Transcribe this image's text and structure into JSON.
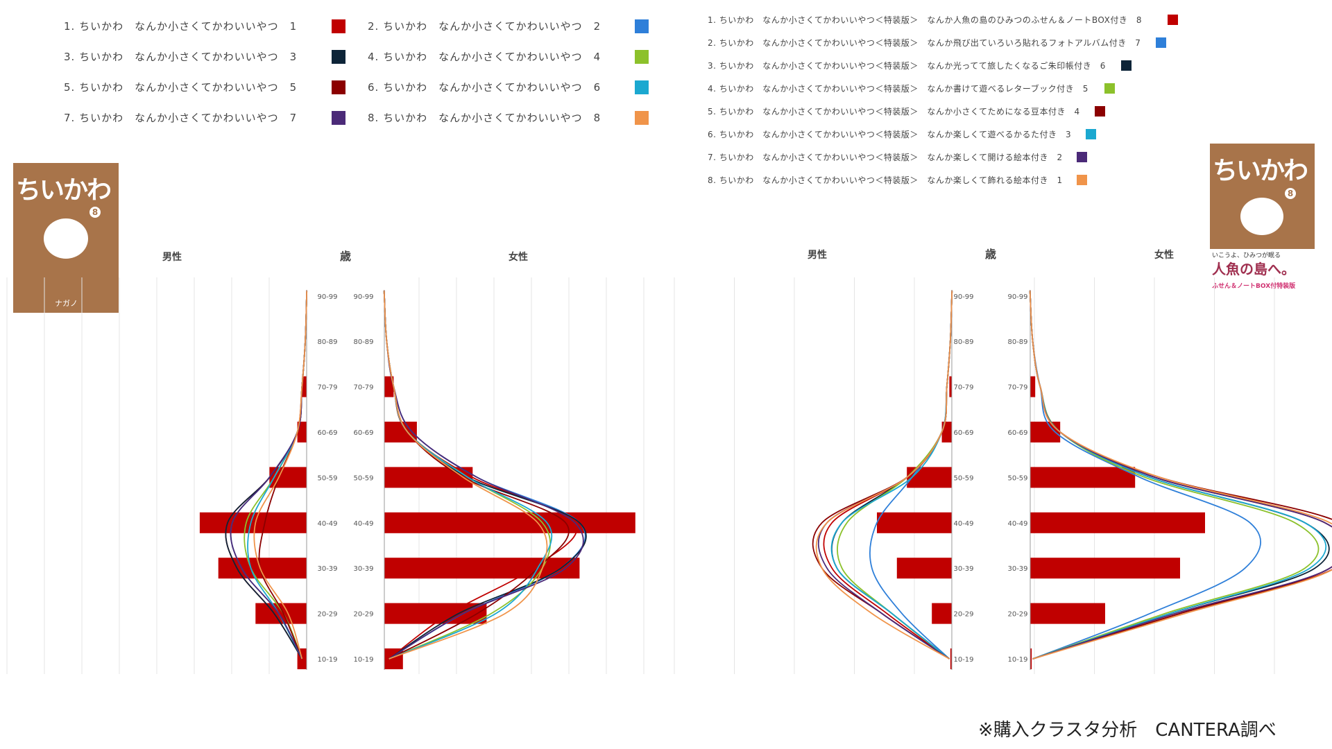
{
  "legend_a": {
    "items": [
      {
        "label": "1. ちいかわ　なんか小さくてかわいいやつ　1",
        "color": "#c00000"
      },
      {
        "label": "2. ちいかわ　なんか小さくてかわいいやつ　2",
        "color": "#2e7fd9"
      },
      {
        "label": "3. ちいかわ　なんか小さくてかわいいやつ　3",
        "color": "#0d2438"
      },
      {
        "label": "4. ちいかわ　なんか小さくてかわいいやつ　4",
        "color": "#8cc12b"
      },
      {
        "label": "5. ちいかわ　なんか小さくてかわいいやつ　5",
        "color": "#8b0000"
      },
      {
        "label": "6. ちいかわ　なんか小さくてかわいいやつ　6",
        "color": "#1ba8d0"
      },
      {
        "label": "7. ちいかわ　なんか小さくてかわいいやつ　7",
        "color": "#4b2a78"
      },
      {
        "label": "8. ちいかわ　なんか小さくてかわいいやつ　8",
        "color": "#f0944a"
      }
    ]
  },
  "legend_b": {
    "items": [
      {
        "label": "1. ちいかわ　なんか小さくてかわいいやつ＜特装版＞　なんか人魚の島のひみつのふせん＆ノートBOX付き　8",
        "color": "#c00000"
      },
      {
        "label": "2. ちいかわ　なんか小さくてかわいいやつ＜特装版＞　なんか飛び出ていろいろ貼れるフォトアルバム付き　7",
        "color": "#2e7fd9"
      },
      {
        "label": "3. ちいかわ　なんか小さくてかわいいやつ＜特装版＞　なんか光ってて旅したくなるご朱印帳付き　6",
        "color": "#0d2438"
      },
      {
        "label": "4. ちいかわ　なんか小さくてかわいいやつ＜特装版＞　なんか書けて遊べるレターブック付き　5",
        "color": "#8cc12b"
      },
      {
        "label": "5. ちいかわ　なんか小さくてかわいいやつ＜特装版＞　なんか小さくてためになる豆本付き　4",
        "color": "#8b0000"
      },
      {
        "label": "6. ちいかわ　なんか小さくてかわいいやつ＜特装版＞　なんか楽しくて遊べるかるた付き　3",
        "color": "#1ba8d0"
      },
      {
        "label": "7. ちいかわ　なんか小さくてかわいいやつ＜特装版＞　なんか楽しくて開ける絵本付き　2",
        "color": "#4b2a78"
      },
      {
        "label": "8. ちいかわ　なんか小さくてかわいいやつ＜特装版＞　なんか楽しくて飾れる絵本付き　1",
        "color": "#f0944a"
      }
    ]
  },
  "cover_a": {
    "title": "ちいかわ",
    "number": "8",
    "author": "ナガノ",
    "color": "#a8744a"
  },
  "cover_b": {
    "title": "ちいかわ",
    "number": "8",
    "band_text": "人魚の島へ。",
    "band_sub": "いこうよ、ひみつが眠る",
    "band_edition": "ふせん＆ノートBOX付特装版",
    "color": "#a8744a"
  },
  "footnote": "※購入クラスタ分析　CANTERA調べ",
  "chart_data": [
    {
      "type": "bar",
      "orientation": "horizontal",
      "layout": "population-pyramid",
      "categories": [
        "10-19",
        "20-29",
        "30-39",
        "40-49",
        "50-59",
        "60-69",
        "70-79",
        "80-89",
        "90-99"
      ],
      "male_label": "男性",
      "center_label": "歳",
      "female_label": "女性",
      "bar_color": "#c00000",
      "series": [
        {
          "side": "male",
          "values": [
            2,
            11,
            19,
            23,
            8,
            2,
            1,
            0,
            0
          ]
        },
        {
          "side": "female",
          "values": [
            4,
            22,
            42,
            54,
            19,
            7,
            2,
            0,
            0
          ]
        }
      ],
      "curves": {
        "colors": [
          "#c00000",
          "#2e7fd9",
          "#0d2438",
          "#8cc12b",
          "#8b0000",
          "#1ba8d0",
          "#4b2a78",
          "#f0944a"
        ],
        "male": [
          [
            1,
            7,
            15,
            17,
            8,
            2,
            1,
            0.3,
            0
          ],
          [
            1,
            6,
            14,
            16,
            8,
            2,
            1,
            0.3,
            0
          ],
          [
            1,
            7,
            15,
            17,
            8,
            2,
            1,
            0.3,
            0
          ],
          [
            1,
            5,
            12,
            13,
            7,
            2,
            1,
            0.3,
            0
          ],
          [
            1,
            5,
            10,
            9,
            6,
            2,
            1,
            0.3,
            0
          ],
          [
            1,
            6,
            12,
            12,
            7,
            2,
            1,
            0.3,
            0
          ],
          [
            1,
            6,
            14,
            16,
            8,
            2,
            1,
            0.3,
            0
          ],
          [
            1,
            4,
            10,
            11,
            6,
            2,
            1,
            0.3,
            0
          ]
        ],
        "female": [
          [
            1,
            14,
            32,
            41,
            19,
            5,
            2,
            0.5,
            0
          ],
          [
            1,
            17,
            38,
            42,
            20,
            6,
            2,
            0.5,
            0
          ],
          [
            1,
            16,
            38,
            42,
            18,
            5,
            2,
            0.5,
            0
          ],
          [
            1,
            23,
            34,
            34,
            18,
            5,
            2,
            0.5,
            0
          ],
          [
            1,
            20,
            33,
            39,
            17,
            5,
            2,
            0.5,
            0
          ],
          [
            1,
            24,
            33,
            35,
            18,
            5,
            2,
            0.5,
            0
          ],
          [
            1,
            17,
            39,
            41,
            20,
            6,
            2,
            0.5,
            0
          ],
          [
            1,
            26,
            34,
            33,
            17,
            5,
            2,
            0.5,
            0
          ]
        ]
      }
    },
    {
      "type": "bar",
      "orientation": "horizontal",
      "layout": "population-pyramid",
      "categories": [
        "10-19",
        "20-29",
        "30-39",
        "40-49",
        "50-59",
        "60-69",
        "70-79",
        "80-89",
        "90-99"
      ],
      "male_label": "男性",
      "center_label": "歳",
      "female_label": "女性",
      "bar_color": "#c00000",
      "series": [
        {
          "side": "male",
          "values": [
            0.3,
            4,
            11,
            15,
            9,
            2,
            0.5,
            0,
            0
          ]
        },
        {
          "side": "female",
          "values": [
            0.3,
            15,
            30,
            35,
            21,
            6,
            1,
            0,
            0
          ]
        }
      ],
      "curves": {
        "colors": [
          "#c00000",
          "#2e7fd9",
          "#0d2438",
          "#8cc12b",
          "#8b0000",
          "#1ba8d0",
          "#4b2a78",
          "#f0944a"
        ],
        "male": [
          [
            0.5,
            13,
            24,
            24,
            9,
            2,
            1,
            0.3,
            0
          ],
          [
            0.5,
            10,
            16,
            15,
            8,
            2,
            1,
            0.3,
            0
          ],
          [
            0.5,
            12,
            23,
            22,
            9,
            2,
            1,
            0.3,
            0
          ],
          [
            0.5,
            12,
            22,
            21,
            9,
            2,
            1,
            0.3,
            0
          ],
          [
            0.5,
            14,
            26,
            26,
            9,
            2,
            1,
            0.3,
            0
          ],
          [
            0.5,
            12,
            23,
            22,
            8,
            2,
            1,
            0.3,
            0
          ],
          [
            0.5,
            14,
            25,
            25,
            9,
            2,
            1,
            0.3,
            0
          ],
          [
            0.5,
            16,
            26,
            25,
            9,
            2,
            1,
            0.3,
            0
          ]
        ],
        "female": [
          [
            0.5,
            30,
            60,
            59,
            25,
            6,
            2,
            0.5,
            0
          ],
          [
            0.5,
            24,
            43,
            44,
            22,
            5,
            2,
            0.5,
            0
          ],
          [
            0.5,
            28,
            57,
            55,
            24,
            6,
            2,
            0.5,
            0
          ],
          [
            0.5,
            27,
            55,
            53,
            23,
            6,
            2,
            0.5,
            0
          ],
          [
            0.5,
            30,
            61,
            62,
            26,
            6,
            2,
            0.5,
            0
          ],
          [
            0.5,
            28,
            56,
            55,
            24,
            6,
            2,
            0.5,
            0
          ],
          [
            0.5,
            29,
            60,
            59,
            25,
            6,
            2,
            0.5,
            0
          ],
          [
            0.5,
            31,
            61,
            60,
            26,
            6,
            2,
            0.5,
            0
          ]
        ]
      }
    }
  ]
}
